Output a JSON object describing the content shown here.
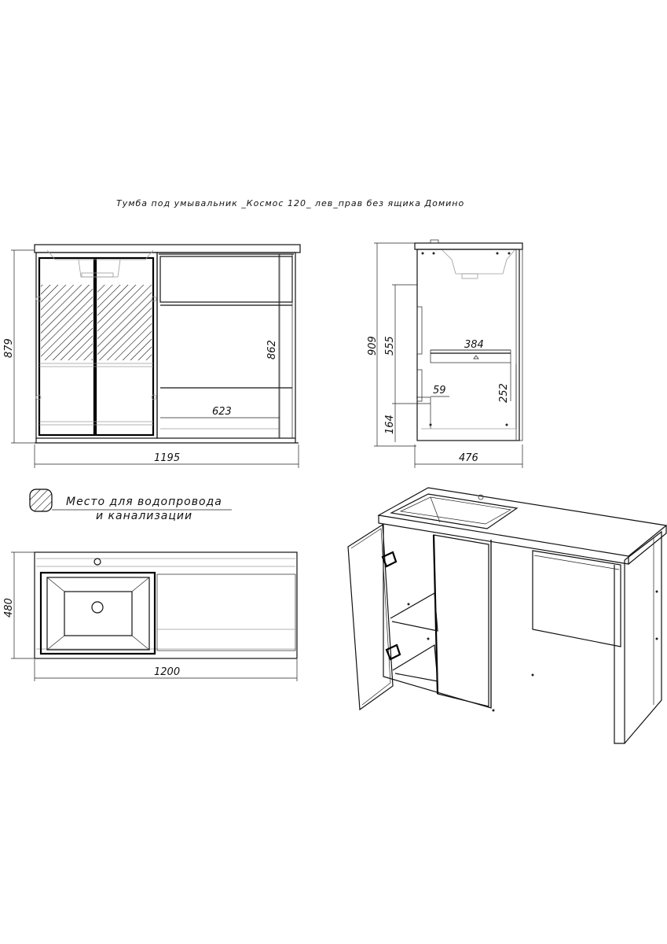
{
  "title": "Тумба под умывальник _Космос 120_ лев_прав без ящика Домино",
  "front_view": {
    "height_label": "879",
    "inner_height_label": "862",
    "open_width_label": "623",
    "width_label": "1195"
  },
  "side_view": {
    "height_label": "909",
    "upper_label": "555",
    "shelf_depth_label": "384",
    "shelf_gap_label": "252",
    "plinth_label": "59",
    "bottom_label": "164",
    "depth_label": "476"
  },
  "legend": {
    "line1": "Место для водопровода",
    "line2": "и канализации"
  },
  "top_view": {
    "depth_label": "480",
    "width_label": "1200"
  }
}
